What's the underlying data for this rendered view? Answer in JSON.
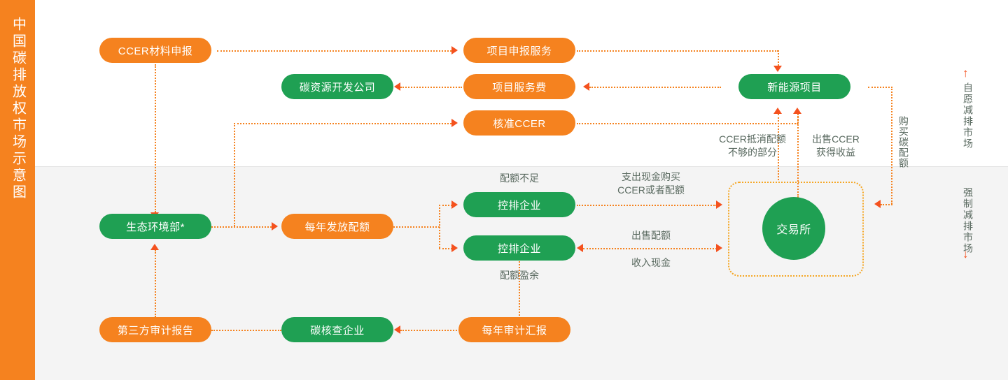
{
  "sidebar": {
    "title": "中国碳排放权市场示意图"
  },
  "palette": {
    "orange": "#f5821f",
    "green": "#1fa053",
    "arrow": "#f4511e",
    "dotted": "#f5a623",
    "band_bottom": "#f4f4f4",
    "label_text": "#5a6a60"
  },
  "nodes": {
    "ccer_material": "CCER材料申报",
    "carbon_resource_company": "碳资源开发公司",
    "project_declaration_service": "项目申报服务",
    "project_service_fee": "项目服务费",
    "approve_ccer": "核准CCER",
    "new_energy_project": "新能源项目",
    "ministry_of_ecology": "生态环境部*",
    "annual_quota_issue": "每年发放配额",
    "controlled_enterprise_1": "控排企业",
    "controlled_enterprise_2": "控排企业",
    "exchange": "交易所",
    "third_party_audit_report": "第三方审计报告",
    "carbon_verification_company": "碳核查企业",
    "annual_audit_report": "每年审计汇报"
  },
  "edge_labels": {
    "ccer_offset_shortfall": "CCER抵消配额\n不够的部分",
    "sell_ccer_gain": "出售CCER\n获得收益",
    "buy_carbon_quota": "购买碳配额",
    "quota_shortage": "配额不足",
    "quota_surplus": "配额盈余",
    "pay_cash_buy": "支出现金购买\nCCER或者配额",
    "sell_quota": "出售配额",
    "receive_cash": "收入现金"
  },
  "legend": {
    "voluntary_market": "自愿减排市场",
    "mandatory_market": "强制减排市场",
    "up_arrow": "↑",
    "down_arrow": "↓"
  }
}
